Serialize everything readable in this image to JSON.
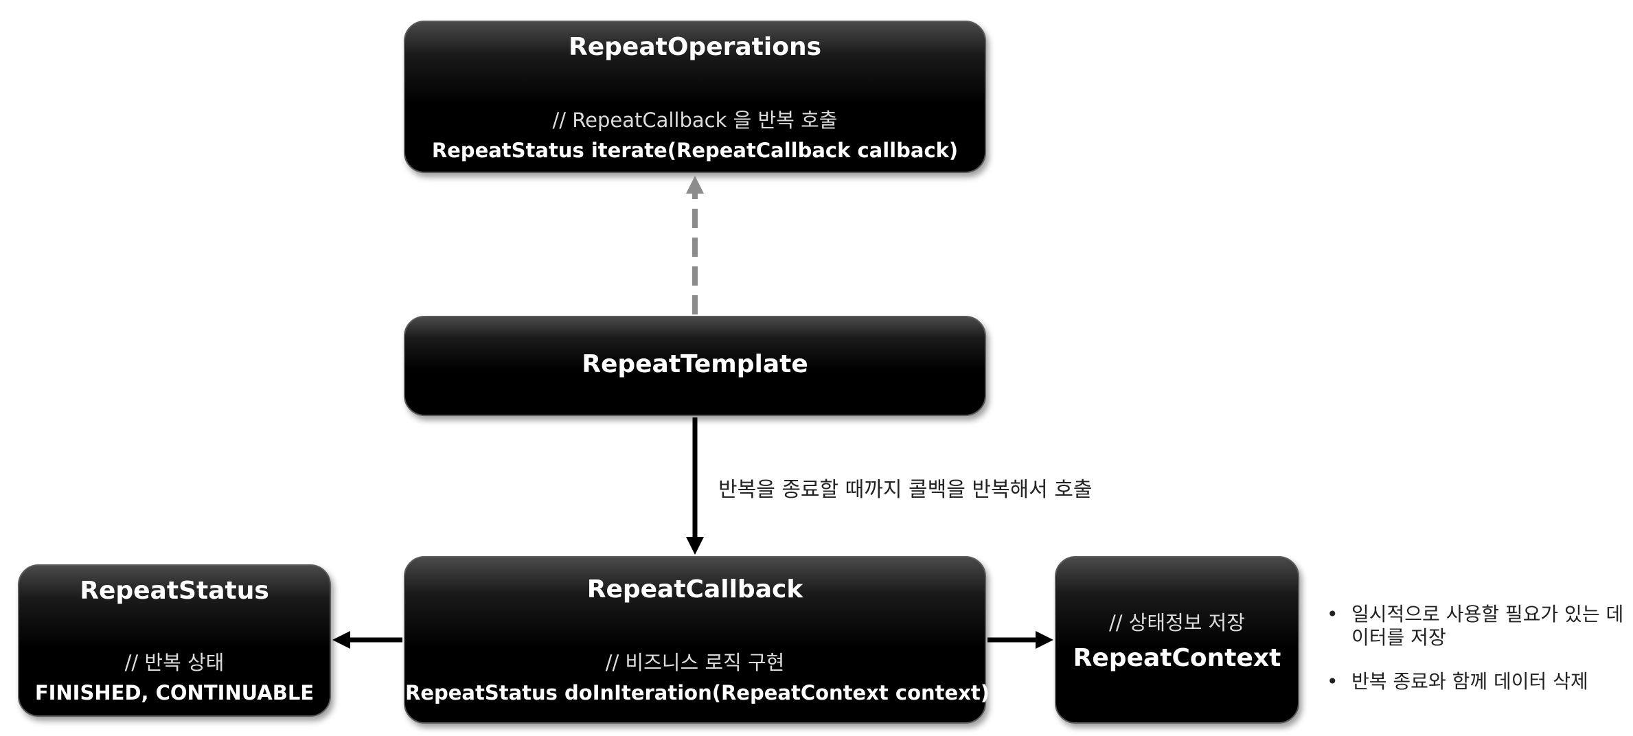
{
  "boxes": {
    "repeat_operations": {
      "title": "RepeatOperations",
      "comment": "// RepeatCallback 을 반복 호출",
      "method": "RepeatStatus iterate(RepeatCallback callback)"
    },
    "repeat_template": {
      "title": "RepeatTemplate"
    },
    "repeat_callback": {
      "title": "RepeatCallback",
      "comment": "// 비즈니스 로직 구현",
      "method": "RepeatStatus doInIteration(RepeatContext context)"
    },
    "repeat_status": {
      "title": "RepeatStatus",
      "comment": "// 반복 상태",
      "values": "FINISHED, CONTINUABLE"
    },
    "repeat_context": {
      "comment": "// 상태정보 저장",
      "title": "RepeatContext"
    }
  },
  "edge_labels": {
    "template_to_callback": "반복을 종료할 때까지 콜백을 반복해서 호출"
  },
  "notes": [
    {
      "bullet": "•",
      "text": "일시적으로 사용할 필요가 있는 데이터를 저장"
    },
    {
      "bullet": "•",
      "text": "반복 종료와 함께 데이터 삭제"
    }
  ],
  "colors": {
    "box_fill": "#000000",
    "box_text": "#ffffff",
    "dashed_arrow": "#8c8c8c",
    "solid_arrow": "#000000"
  }
}
